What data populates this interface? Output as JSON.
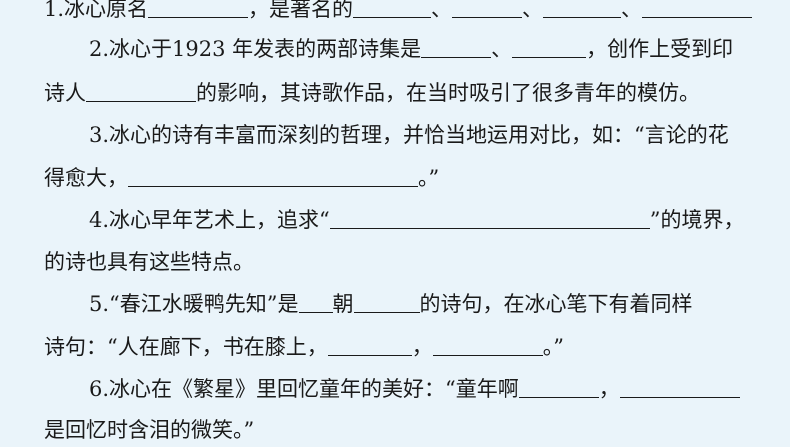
{
  "q1": {
    "a": "1.冰心原名",
    "b": "，是著名的",
    "c": "、",
    "d": "、",
    "e": "、"
  },
  "q2": {
    "a": "2.冰心于1923 年发表的两部诗集是",
    "b": "、",
    "c": "，创作上受到印",
    "d": "诗人",
    "e": "的影响，其诗歌作品，在当时吸引了很多青年的模仿。"
  },
  "q3": {
    "a": "3.冰心的诗有丰富而深刻的哲理，并恰当地运用对比，如：“言论的花",
    "b": "得愈大，",
    "c": "。”"
  },
  "q4": {
    "a": "4.冰心早年艺术上，追求“",
    "b": "”的境界，",
    "c": "的诗也具有这些特点。"
  },
  "q5": {
    "a": "5.“春江水暖鸭先知”是",
    "b": "朝",
    "c": "的诗句，在冰心笔下有着同样",
    "d": "诗句：“人在廊下，书在膝上，",
    "e": "，",
    "f": "。”"
  },
  "q6": {
    "a": "6.冰心在《繁星》里回忆童年的美好：“童年啊",
    "b": "，",
    "c": "是回忆时含泪的微笑。”"
  }
}
